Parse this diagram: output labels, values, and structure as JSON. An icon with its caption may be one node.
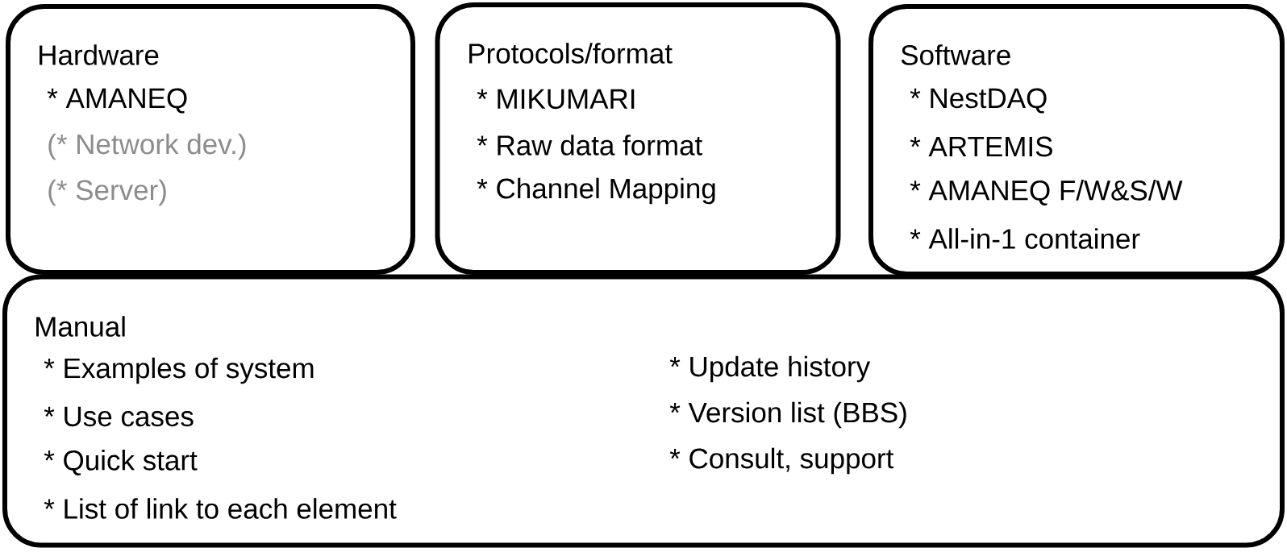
{
  "diagram": {
    "nodes": [
      {
        "text": [
          "Hardware",
          "* AMANEQ",
          "(* Network dev.)",
          "(* Server)"
        ]
      },
      {
        "text": [
          "Protocols/format",
          "* MIKUMARI",
          "* Raw data format",
          "* Channel Mapping"
        ]
      },
      {
        "text": [
          "Software",
          "* NestDAQ",
          "* ARTEMIS",
          "* AMANEQ F/W&S/W",
          "* All-in-1 container"
        ]
      },
      {
        "text": [
          "Manual",
          "* Examples of system",
          "* Use cases",
          "* Quick start",
          "* List of link to each element",
          "* Update history",
          "* Version list (BBS)",
          "* Consult, support"
        ]
      }
    ]
  }
}
